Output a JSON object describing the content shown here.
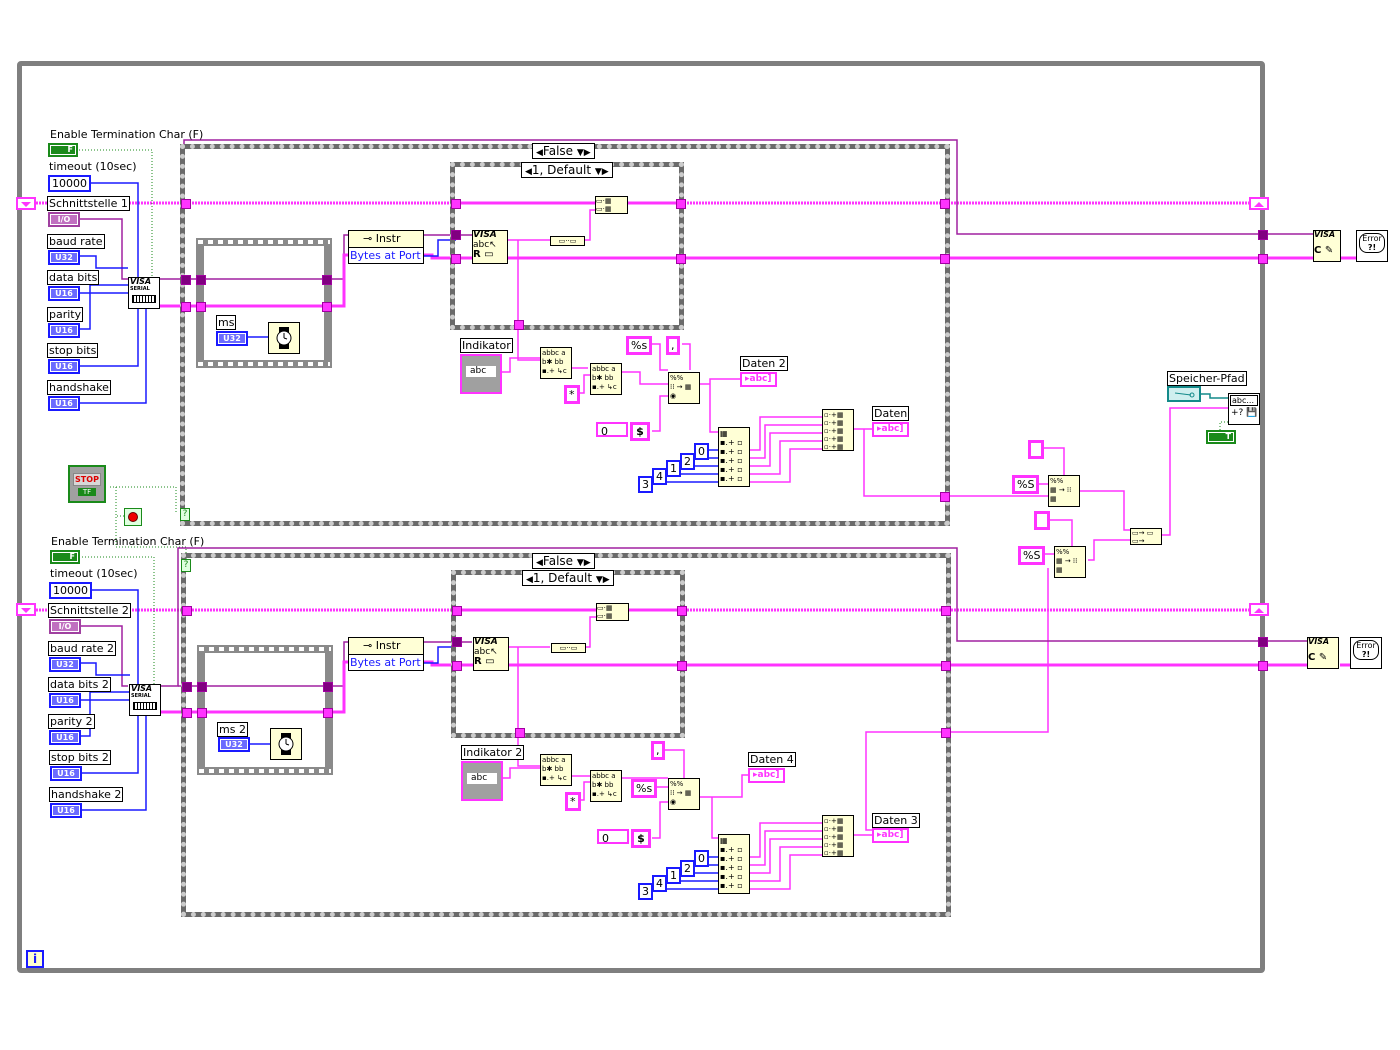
{
  "diagram": {
    "type": "LabVIEW block diagram",
    "loop_iteration_icon": "i",
    "channels": [
      {
        "enable_term_label": "Enable Termination Char (F)",
        "enable_term_value": "F",
        "timeout_label": "timeout (10sec)",
        "timeout_value": "10000",
        "resource_label": "Schnittstelle 1",
        "resource_type": "I/O",
        "baud_label": "baud rate",
        "baud_type": "U32",
        "databits_label": "data bits",
        "databits_type": "U16",
        "parity_label": "parity",
        "parity_type": "U16",
        "stopbits_label": "stop bits",
        "stopbits_type": "U16",
        "handshake_label": "handshake",
        "handshake_type": "U16",
        "visa_serial_title": "VISA",
        "visa_serial_sub": "SERIAL",
        "outer_case_selector": "False",
        "inner_case_selector": "1, Default",
        "wait_label": "ms",
        "wait_type": "U32",
        "property_class": "Instr",
        "property_name": "Bytes at Port",
        "visa_read_title": "VISA",
        "visa_read_letter": "R",
        "indicator_label": "Indikator",
        "indicator_text": "abc",
        "wildcard": "*",
        "format_spec": "%s",
        "delimiter": ",",
        "offset_value": "0",
        "index_constants": [
          "0",
          "2",
          "1",
          "4",
          "3"
        ],
        "out_label_a": "Daten 2",
        "out_label_b": "Daten",
        "out_ind_text": "abc"
      },
      {
        "enable_term_label": "Enable Termination Char (F)",
        "enable_term_value": "F",
        "timeout_label": "timeout (10sec)",
        "timeout_value": "10000",
        "resource_label": "Schnittstelle 2",
        "resource_type": "I/O",
        "baud_label": "baud rate 2",
        "baud_type": "U32",
        "databits_label": "data bits 2",
        "databits_type": "U16",
        "parity_label": "parity 2",
        "parity_type": "U16",
        "stopbits_label": "stop bits 2",
        "stopbits_type": "U16",
        "handshake_label": "handshake 2",
        "handshake_type": "U16",
        "visa_serial_title": "VISA",
        "visa_serial_sub": "SERIAL",
        "outer_case_selector": "False",
        "inner_case_selector": "1, Default",
        "wait_label": "ms 2",
        "wait_type": "U32",
        "property_class": "Instr",
        "property_name": "Bytes at Port",
        "visa_read_title": "VISA",
        "visa_read_letter": "R",
        "indicator_label": "Indikator 2",
        "indicator_text": "abc",
        "wildcard": "*",
        "format_spec": "%s",
        "delimiter": ",",
        "offset_value": "0",
        "index_constants": [
          "0",
          "2",
          "1",
          "4",
          "3"
        ],
        "out_label_a": "Daten 4",
        "out_label_b": "Daten 3",
        "out_ind_text": "abc"
      }
    ],
    "stop": {
      "button_text": "STOP",
      "type": "TF"
    },
    "file_write": {
      "path_label": "Speicher-Pfad",
      "node_text": "abc...",
      "append_value": "T",
      "format_specs": [
        "%S",
        "%S"
      ]
    },
    "close": {
      "visa_close_title": "VISA",
      "visa_close_letter": "C",
      "error_text": "Error",
      "error_sub": "?!"
    }
  }
}
